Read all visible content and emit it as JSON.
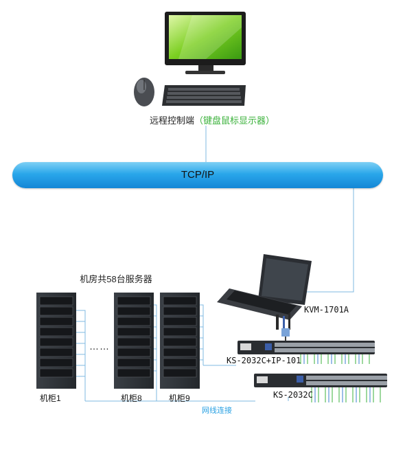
{
  "remote_terminal": {
    "label": "远程控制端",
    "detail": "（键盘鼠标显示器）"
  },
  "network": {
    "label": "TCP/IP"
  },
  "server_room": {
    "title": "机房共58台服务器",
    "racks": [
      {
        "label": "机柜1"
      },
      {
        "label": "机柜8"
      },
      {
        "label": "机柜9"
      }
    ],
    "ellipsis": "……"
  },
  "devices": {
    "console": {
      "label": "KVM-1701A"
    },
    "kvm_ip": {
      "label": "KS-2032C+IP-101"
    },
    "kvm_switch": {
      "label": "KS-2032C"
    }
  },
  "cable": {
    "label": "网线连接"
  },
  "colors": {
    "network_bar": "#2aa7ea",
    "cable_line": "#7fb8e0",
    "accent_green": "#3bb23b",
    "rack_body": "#2f3338"
  }
}
